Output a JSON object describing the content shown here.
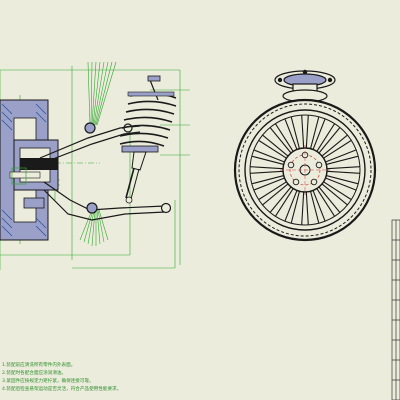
{
  "colors": {
    "background": "#ececdc",
    "outline": "#1a1a1a",
    "dimension": "#2fa82f",
    "hatch": "#1f4fa0",
    "body_fill": "#9aa0c8",
    "pcd_circle": "#d23a3a",
    "note_text": "#2e8f2e"
  },
  "technical_notes": {
    "lines": [
      "1.装配前应清洗所有零件内外表面。",
      "2.装配时各配合面应涂润滑油。",
      "3.紧固件应按规定力矩拧紧，确保连接可靠。",
      "4.装配后检查悬架运动是否灵活，符合产品使用性能要求。"
    ]
  },
  "icons": {
    "title_block": "title-block-grid"
  }
}
